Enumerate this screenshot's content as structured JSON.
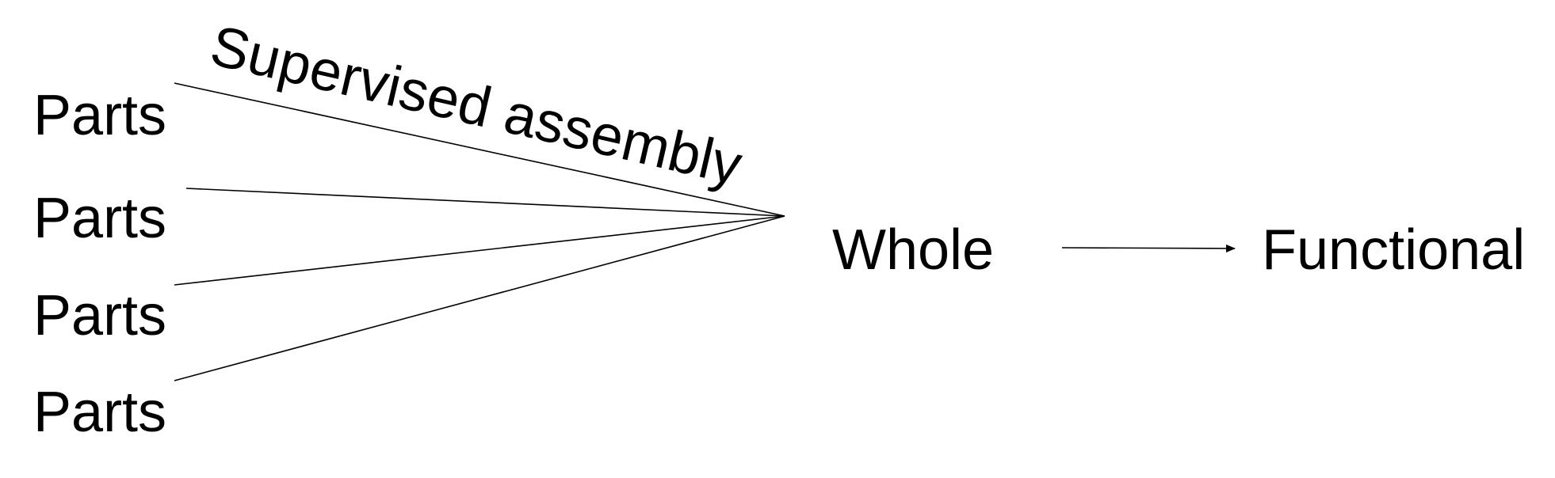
{
  "diagram": {
    "parts": [
      {
        "label": "Parts"
      },
      {
        "label": "Parts"
      },
      {
        "label": "Parts"
      },
      {
        "label": "Parts"
      }
    ],
    "edge_label": "Supervised assembly",
    "whole": {
      "label": "Whole"
    },
    "functional": {
      "label": "Functional"
    },
    "colors": {
      "background": "#ffffff",
      "foreground": "#000000"
    }
  }
}
